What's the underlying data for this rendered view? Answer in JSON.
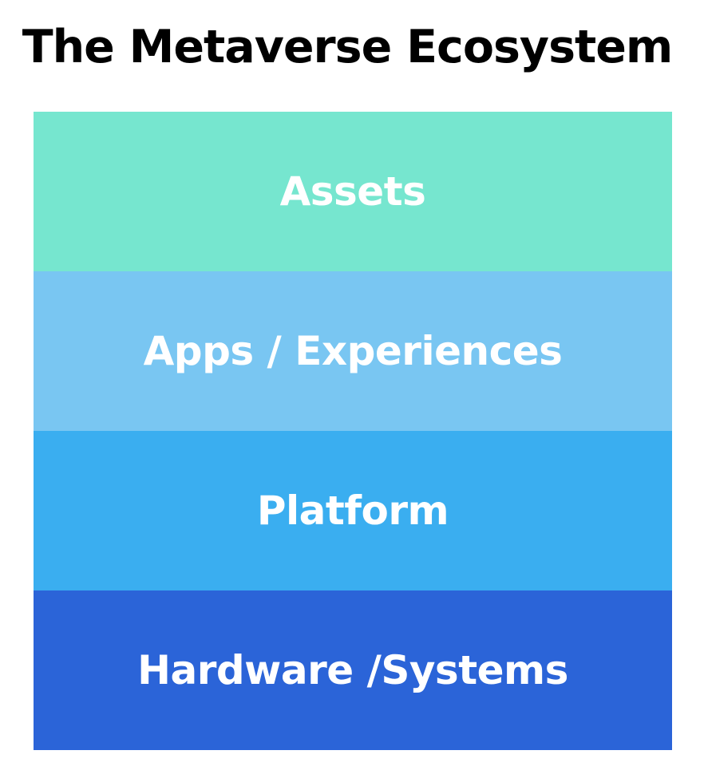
{
  "title": "The Metaverse Ecosystem",
  "layers": [
    {
      "label": "Assets",
      "color": "#76e6cf"
    },
    {
      "label": "Apps / Experiences",
      "color": "#79c6f2"
    },
    {
      "label": "Platform",
      "color": "#3aaef0"
    },
    {
      "label": "Hardware /Systems",
      "color": "#2b64d8"
    }
  ]
}
